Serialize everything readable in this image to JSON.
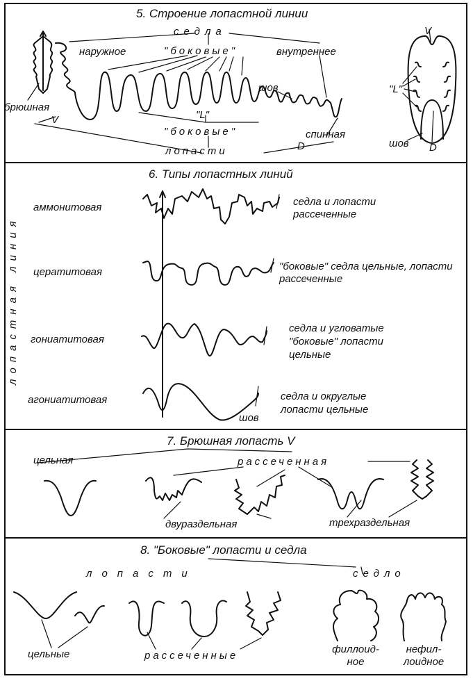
{
  "section5": {
    "title": "5. Строение лопастной линии",
    "saddles": "седла",
    "outer": "наружное",
    "lateral_saddles": "\"боковые\"",
    "inner": "внутреннее",
    "ventral": "брюшная",
    "v": "V",
    "suture": "шов",
    "l": "\"L\"",
    "lateral_lobes": "\"боковые\"",
    "dorsal": "спинная",
    "lobes": "лопасти",
    "d": "D",
    "side_v": "V",
    "side_l": "\"L\"",
    "side_suture": "шов",
    "side_d": "D"
  },
  "section6": {
    "title": "6. Типы лопастных линий",
    "vertical_label": "лопастная линия",
    "types": [
      {
        "name": "аммонитовая",
        "desc": "седла и лопасти рассеченные"
      },
      {
        "name": "цератитовая",
        "desc": "\"боковые\" седла цельные, лопасти рассеченные"
      },
      {
        "name": "гониатитовая",
        "desc": "седла и угловатые \"боковые\" лопасти цельные"
      },
      {
        "name": "агониатитовая",
        "desc": "седла и округлые лопасти цельные"
      }
    ],
    "suture": "шов"
  },
  "section7": {
    "title": "7. Брюшная лопасть V",
    "entire": "цельная",
    "dissected": "рассеченная",
    "bipartite": "двураздельная",
    "tripartite": "трехраздельная"
  },
  "section8": {
    "title": "8. \"Боковые\" лопасти и седла",
    "lobes": "лопасти",
    "saddle": "седло",
    "entire": "цельные",
    "dissected": "рассеченные",
    "phylloid": "филлоид-ное",
    "nonphylloid": "нефил-лоидное"
  }
}
